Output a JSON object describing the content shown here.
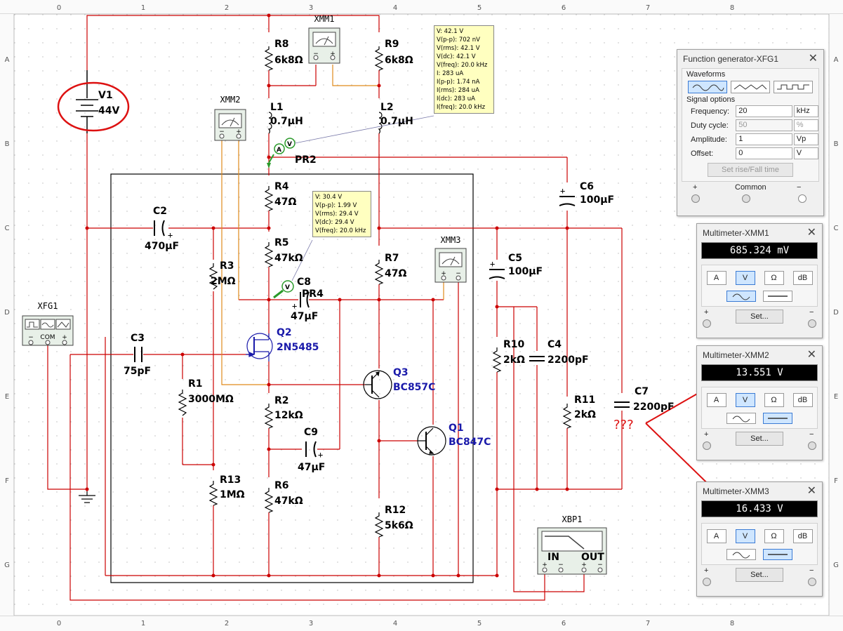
{
  "rulers": {
    "columns": [
      "0",
      "1",
      "2",
      "3",
      "4",
      "5",
      "6",
      "7",
      "8"
    ],
    "rows": [
      "A",
      "B",
      "C",
      "D",
      "E",
      "F",
      "G"
    ]
  },
  "components": {
    "V1": {
      "name": "V1",
      "value": "44V"
    },
    "R8": {
      "name": "R8",
      "value": "6k8Ω"
    },
    "R9": {
      "name": "R9",
      "value": "6k8Ω"
    },
    "L1": {
      "name": "L1",
      "value": "0.7µH"
    },
    "L2": {
      "name": "L2",
      "value": "0.7µH"
    },
    "R4": {
      "name": "R4",
      "value": "47Ω"
    },
    "R5": {
      "name": "R5",
      "value": "47kΩ"
    },
    "C2": {
      "name": "C2",
      "value": "470µF"
    },
    "R3": {
      "name": "R3",
      "value": "2MΩ"
    },
    "C8": {
      "name": "C8",
      "value": "47µF"
    },
    "PR4": {
      "name": "PR4"
    },
    "PR2": {
      "name": "PR2"
    },
    "R7": {
      "name": "R7",
      "value": "47Ω"
    },
    "C5": {
      "name": "C5",
      "value": "100µF"
    },
    "C6": {
      "name": "C6",
      "value": "100µF"
    },
    "Q2": {
      "name": "Q2",
      "value": "2N5485"
    },
    "C3": {
      "name": "C3",
      "value": "75pF"
    },
    "R1": {
      "name": "R1",
      "value": "3000MΩ"
    },
    "Q3": {
      "name": "Q3",
      "value": "BC857C"
    },
    "R2": {
      "name": "R2",
      "value": "12kΩ"
    },
    "C9": {
      "name": "C9",
      "value": "47µF"
    },
    "Q1": {
      "name": "Q1",
      "value": "BC847C"
    },
    "R10": {
      "name": "R10",
      "value": "2kΩ"
    },
    "C4": {
      "name": "C4",
      "value": "2200pF"
    },
    "R11": {
      "name": "R11",
      "value": "2kΩ"
    },
    "C7": {
      "name": "C7",
      "value": "2200pF"
    },
    "R13": {
      "name": "R13",
      "value": "1MΩ"
    },
    "R6": {
      "name": "R6",
      "value": "47kΩ"
    },
    "R12": {
      "name": "R12",
      "value": "5k6Ω"
    }
  },
  "instruments": {
    "XMM1": "XMM1",
    "XMM2": "XMM2",
    "XMM3": "XMM3",
    "XFG1": "XFG1",
    "XFG1_com": "COM",
    "XBP1": "XBP1",
    "XBP1_in": "IN",
    "XBP1_out": "OUT"
  },
  "annotation": {
    "question": "???",
    "color": "#dd1111"
  },
  "probe_pr2": {
    "lines": [
      "V: 42.1 V",
      "V(p-p): 702 nV",
      "V(rms): 42.1 V",
      "V(dc): 42.1 V",
      "V(freq): 20.0 kHz",
      "I: 283 uA",
      "I(p-p): 1.74 nA",
      "I(rms): 284 uA",
      "I(dc): 283 uA",
      "I(freq): 20.0 kHz"
    ]
  },
  "probe_pr4": {
    "lines": [
      "V: 30.4 V",
      "V(p-p): 1.99 V",
      "V(rms): 29.4 V",
      "V(dc): 29.4 V",
      "V(freq): 20.0 kHz"
    ]
  },
  "function_generator": {
    "title": "Function generator-XFG1",
    "waveforms_label": "Waveforms",
    "signal_options_label": "Signal options",
    "frequency": {
      "label": "Frequency:",
      "value": "20",
      "unit": "kHz"
    },
    "duty_cycle": {
      "label": "Duty cycle:",
      "value": "50",
      "unit": "%"
    },
    "amplitude": {
      "label": "Amplitude:",
      "value": "1",
      "unit": "Vp"
    },
    "offset": {
      "label": "Offset:",
      "value": "0",
      "unit": "V"
    },
    "rise_fall_button": "Set rise/Fall time",
    "plus_label": "+",
    "common_label": "Common",
    "minus_label": "−"
  },
  "multimeters": [
    {
      "title": "Multimeter-XMM1",
      "reading": "685.324 mV",
      "active_wave": "ac"
    },
    {
      "title": "Multimeter-XMM2",
      "reading": "13.551 V",
      "active_wave": "dc"
    },
    {
      "title": "Multimeter-XMM3",
      "reading": "16.433 V",
      "active_wave": "dc"
    }
  ],
  "multimeter_buttons": {
    "A": "A",
    "V": "V",
    "ohm": "Ω",
    "dB": "dB",
    "set": "Set...",
    "plus": "+",
    "minus": "−"
  },
  "colors": {
    "wire": "#cc0000",
    "probe_wire": "#e08a1a",
    "tooltip_bg": "#ffffc0",
    "accent": "#3b7bd4"
  }
}
